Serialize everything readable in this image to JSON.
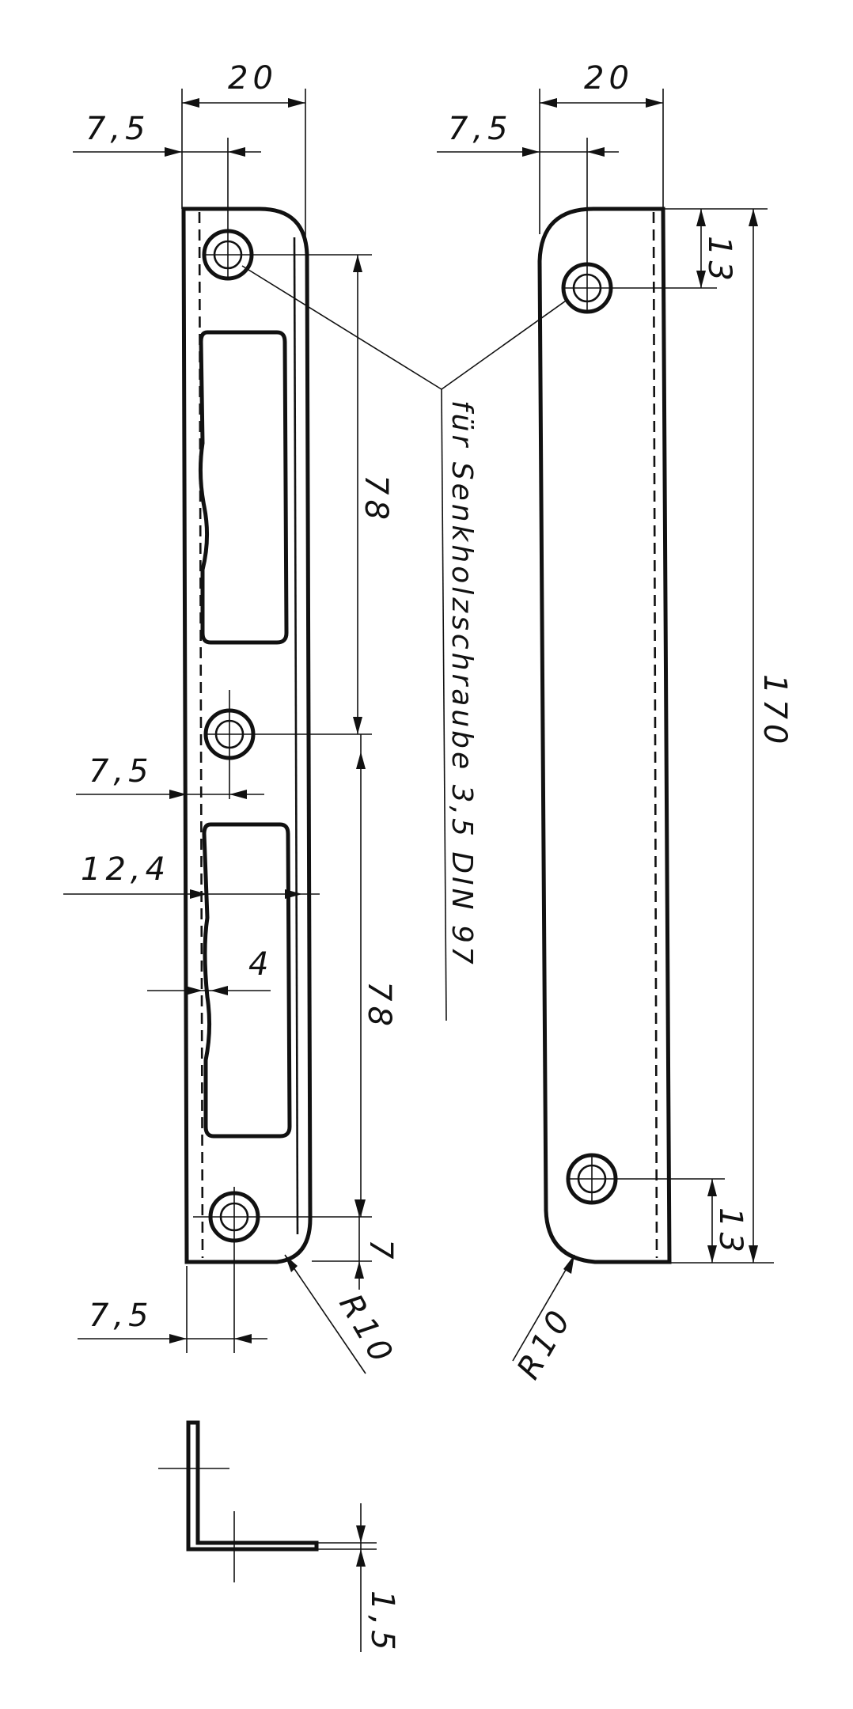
{
  "dimensions": {
    "width_left": "20",
    "width_right": "20",
    "offset_top_left": "7,5",
    "offset_top_right": "7,5",
    "offset_mid_left": "7,5",
    "offset_bottom_left": "7,5",
    "offset_12_4": "12,4",
    "depth_4": "4",
    "spacing_upper": "78",
    "spacing_lower": "78",
    "bottom_7": "7",
    "radius_left": "R10",
    "radius_right": "R10",
    "top_13": "13",
    "bottom_13": "13",
    "total_length": "170",
    "thickness": "1,5"
  },
  "note": {
    "text": "für Senkholzschraube 3,5 DIN 97"
  }
}
